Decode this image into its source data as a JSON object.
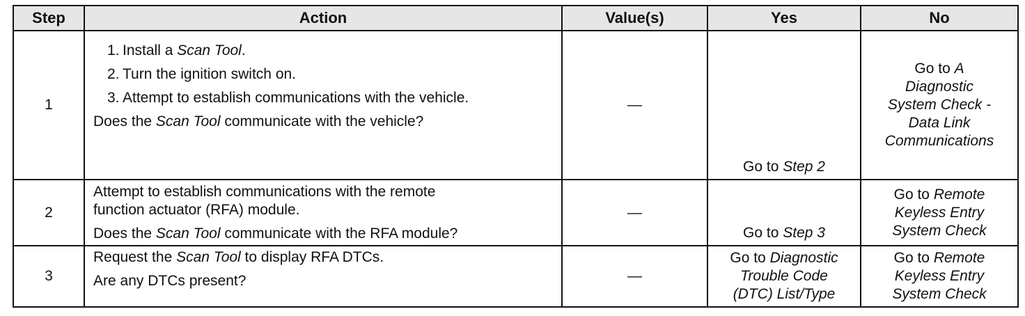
{
  "headers": {
    "step": "Step",
    "action": "Action",
    "values": "Value(s)",
    "yes": "Yes",
    "no": "No"
  },
  "rows": [
    {
      "step": "1",
      "substeps": [
        {
          "num": "1.",
          "pre": "Install a ",
          "em": "Scan Tool",
          "post": "."
        },
        {
          "num": "2.",
          "text": "Turn the ignition switch on."
        },
        {
          "num": "3.",
          "text": "Attempt to establish communications with the vehicle."
        }
      ],
      "question": {
        "pre": "Does the ",
        "em": "Scan Tool",
        "post": " communicate with the vehicle?"
      },
      "value": "—",
      "yes": {
        "pre": "Go to ",
        "em": "Step 2"
      },
      "no": {
        "pre": "Go to ",
        "em1": "A",
        "em2": "Diagnostic",
        "em3": "System Check -",
        "em4": "Data Link",
        "em5": "Communications"
      }
    },
    {
      "step": "2",
      "action_line1": "Attempt to establish communications with the remote",
      "action_line2": "function actuator (RFA) module.",
      "question": {
        "pre": "Does the ",
        "em": "Scan Tool",
        "post": " communicate with the RFA module?"
      },
      "value": "—",
      "yes": {
        "pre": "Go to ",
        "em": "Step 3"
      },
      "no": {
        "pre": "Go to ",
        "em1": "Remote",
        "em2": "Keyless Entry",
        "em3": "System Check"
      }
    },
    {
      "step": "3",
      "action": {
        "pre": "Request the ",
        "em": "Scan Tool",
        "post": " to display RFA DTCs."
      },
      "question": "Are any DTCs present?",
      "value": "—",
      "yes": {
        "pre": "Go to ",
        "em1": "Diagnostic",
        "em2": "Trouble Code",
        "em3": "(DTC) List/Type"
      },
      "no": {
        "pre": "Go to ",
        "em1": "Remote",
        "em2": "Keyless Entry",
        "em3": "System Check"
      }
    }
  ]
}
